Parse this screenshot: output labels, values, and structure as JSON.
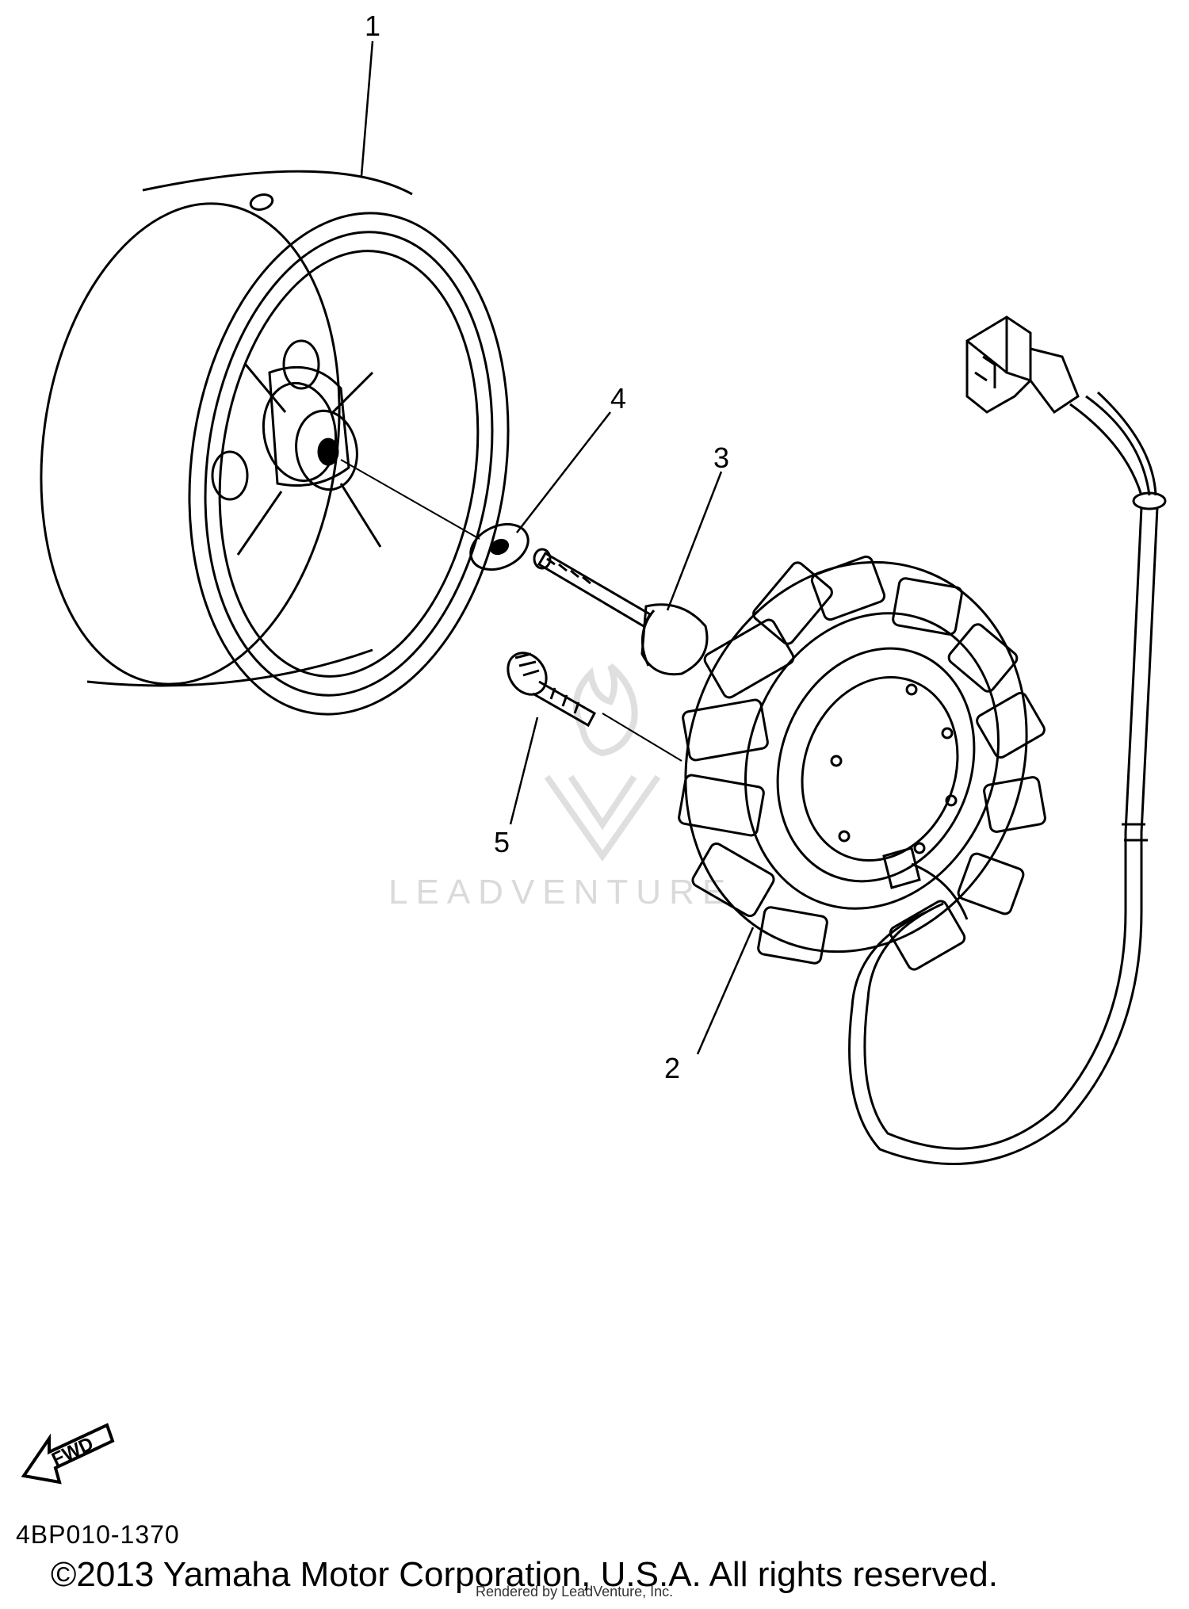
{
  "diagram": {
    "callouts": [
      "1",
      "2",
      "3",
      "4",
      "5"
    ],
    "fwd_label": "FWD",
    "part_code": "4BP010-1370",
    "copyright": "©2013 Yamaha Motor Corporation, U.S.A. All rights reserved.",
    "rendered_by": "Rendered by LeadVenture, Inc.",
    "watermark": "LEADVENTURE"
  }
}
